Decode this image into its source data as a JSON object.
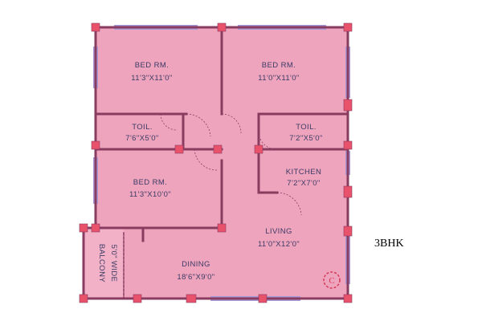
{
  "caption": "3BHK",
  "rooms": {
    "bed1": {
      "name": "BED RM.",
      "size": "11'3\"X11'0\""
    },
    "bed2": {
      "name": "BED RM.",
      "size": "11'0\"X11'0\""
    },
    "toil1": {
      "name": "TOIL.",
      "size": "7'6\"X5'0\""
    },
    "toil2": {
      "name": "TOIL.",
      "size": "7'2\"X5'0\""
    },
    "bed3": {
      "name": "BED RM.",
      "size": "11'3\"X10'0\""
    },
    "kitchen": {
      "name": "KITCHEN",
      "size": "7'2\"X7'0\""
    },
    "living": {
      "name": "LIVING",
      "size": "11'0\"X12'0\""
    },
    "dining": {
      "name": "DINING",
      "size": "18'6\"X9'0\""
    },
    "balcony": {
      "name": "BALCONY",
      "size": "5'0\" WIDE"
    }
  },
  "logo_glyph": "C",
  "colors": {
    "fill": "#efa4bd",
    "wall": "#8a3b60",
    "window": "#a79ad6",
    "pillar": "#e8526b"
  }
}
